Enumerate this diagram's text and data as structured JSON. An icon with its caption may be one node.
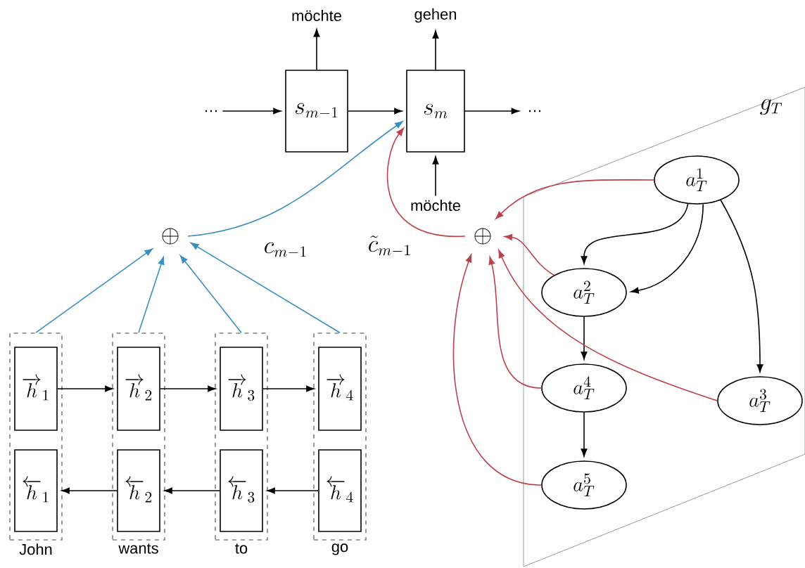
{
  "diagram": {
    "nodes": [
      {
        "text": [
          "s_{m-1}"
        ]
      },
      {
        "text": [
          "s_m"
        ]
      },
      {
        "text": [
          "…"
        ]
      },
      {
        "text": [
          "…"
        ]
      },
      {
        "text": [
          "möchte"
        ]
      },
      {
        "text": [
          "gehen"
        ]
      },
      {
        "text": [
          "möchte"
        ]
      },
      {
        "text": [
          "\\oplus"
        ]
      },
      {
        "text": [
          "\\oplus"
        ]
      },
      {
        "text": [
          "g_T"
        ]
      },
      {
        "text": [
          "a_T^1"
        ],
        "in": 9
      },
      {
        "text": [
          "a_T^2"
        ],
        "in": 9
      },
      {
        "text": [
          "a_T^3"
        ],
        "in": 9
      },
      {
        "text": [
          "a_T^4"
        ],
        "in": 9
      },
      {
        "text": [
          "a_T^5"
        ],
        "in": 9
      },
      {
        "text": [],
        "shape": "box",
        "beside": [
          "John"
        ]
      },
      {
        "text": [
          "\\overrightarrow{h}_{1}"
        ],
        "in": 15
      },
      {
        "text": [
          "\\overleftarrow{h}_{1}"
        ],
        "in": 15
      },
      {
        "text": [],
        "shape": "box",
        "beside": [
          "wants"
        ]
      },
      {
        "text": [
          "\\overrightarrow{h}_{2}"
        ],
        "in": 18
      },
      {
        "text": [
          "\\overleftarrow{h}_{2}"
        ],
        "in": 18
      },
      {
        "text": [],
        "shape": "box",
        "beside": [
          "to"
        ]
      },
      {
        "text": [
          "\\overrightarrow{h}_{3}"
        ],
        "in": 21
      },
      {
        "text": [
          "\\overleftarrow{h}_{3}"
        ],
        "in": 21
      },
      {
        "text": [],
        "shape": "box",
        "beside": [
          "go"
        ]
      },
      {
        "text": [
          "\\overrightarrow{h}_{4}"
        ],
        "in": 24
      },
      {
        "text": [
          "\\overleftarrow{h}_{4}"
        ],
        "in": 24
      }
    ],
    "edges": [
      {
        "from": 2,
        "to": 0,
        "arrow": "to"
      },
      {
        "from": 0,
        "to": 1,
        "arrow": "to"
      },
      {
        "from": 1,
        "to": 3,
        "arrow": "to"
      },
      {
        "from": 0,
        "to": 4,
        "arrow": "to"
      },
      {
        "from": 1,
        "to": 5,
        "arrow": "to"
      },
      {
        "from": 6,
        "to": 1,
        "arrow": "to"
      },
      {
        "from": 7,
        "to": 1,
        "arrow": "to",
        "label": "c_{m-1}",
        "color": "#3a8fc0"
      },
      {
        "from": 8,
        "to": 1,
        "arrow": "to",
        "label": "\\tilde{c}_{m-1}",
        "color": "#c0404a"
      },
      {
        "from": 15,
        "to": 7,
        "arrow": "to",
        "color": "#3a8fc0"
      },
      {
        "from": 18,
        "to": 7,
        "arrow": "to",
        "color": "#3a8fc0"
      },
      {
        "from": 21,
        "to": 7,
        "arrow": "to",
        "color": "#3a8fc0"
      },
      {
        "from": 24,
        "to": 7,
        "arrow": "to",
        "color": "#3a8fc0"
      },
      {
        "from": 16,
        "to": 19,
        "arrow": "to"
      },
      {
        "from": 19,
        "to": 22,
        "arrow": "to"
      },
      {
        "from": 22,
        "to": 25,
        "arrow": "to"
      },
      {
        "from": 26,
        "to": 23,
        "arrow": "to"
      },
      {
        "from": 23,
        "to": 20,
        "arrow": "to"
      },
      {
        "from": 20,
        "to": 17,
        "arrow": "to"
      },
      {
        "from": 10,
        "to": 11,
        "arrow": "to"
      },
      {
        "from": 10,
        "to": 11,
        "arrow": "to"
      },
      {
        "from": 10,
        "to": 12,
        "arrow": "to"
      },
      {
        "from": 11,
        "to": 13,
        "arrow": "to"
      },
      {
        "from": 13,
        "to": 14,
        "arrow": "to"
      },
      {
        "from": 10,
        "to": 8,
        "arrow": "to",
        "color": "#c0404a"
      },
      {
        "from": 11,
        "to": 8,
        "arrow": "to",
        "color": "#c0404a"
      },
      {
        "from": 12,
        "to": 8,
        "arrow": "to",
        "color": "#c0404a"
      },
      {
        "from": 13,
        "to": 8,
        "arrow": "to",
        "color": "#c0404a"
      },
      {
        "from": 14,
        "to": 8,
        "arrow": "to",
        "color": "#c0404a"
      }
    ]
  }
}
